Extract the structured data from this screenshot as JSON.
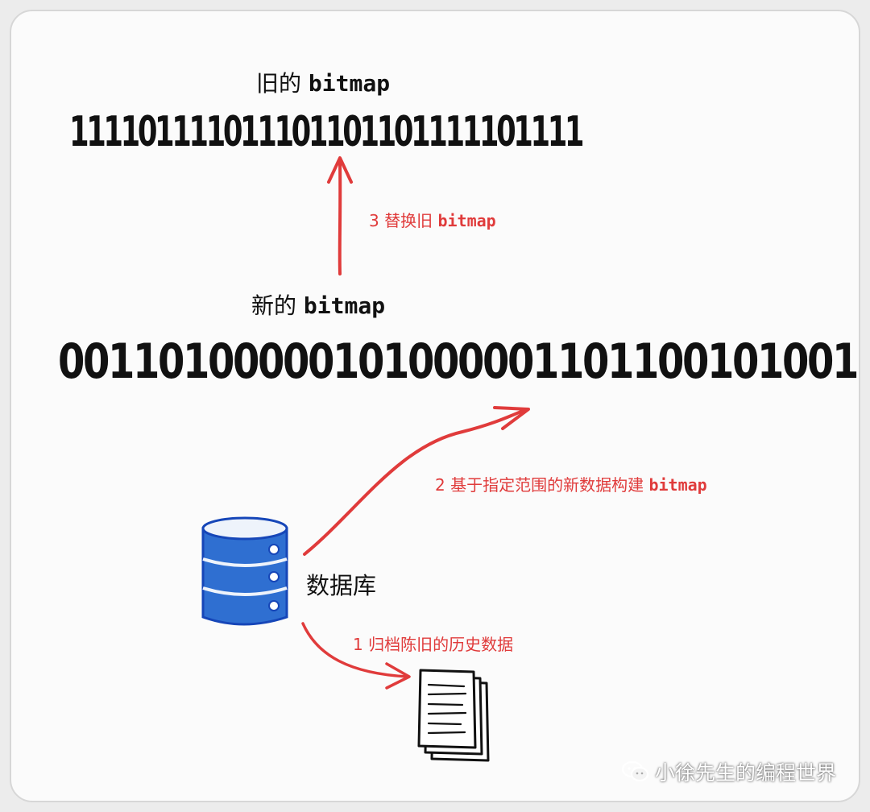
{
  "old_bitmap": {
    "label_prefix": "旧的",
    "label_term": "bitmap",
    "bits": "111101111011101101101111101111"
  },
  "new_bitmap": {
    "label_prefix": "新的",
    "label_term": "bitmap",
    "bits": "00110100000101000001101100101001"
  },
  "steps": {
    "step3_prefix": "3 替换旧",
    "step3_term": "bitmap",
    "step2_prefix": "2 基于指定范围的新数据构建",
    "step2_term": "bitmap",
    "step1": "1 归档陈旧的历史数据"
  },
  "database": {
    "label": "数据库",
    "icon": "database-icon"
  },
  "archive": {
    "icon": "document-stack-icon"
  },
  "watermark": {
    "icon": "wechat-icon",
    "text": "小徐先生的编程世界"
  },
  "colors": {
    "arrow": "#e03b3b",
    "database_fill": "#2f6fd1",
    "database_stroke": "#1646b8",
    "text": "#111111"
  }
}
